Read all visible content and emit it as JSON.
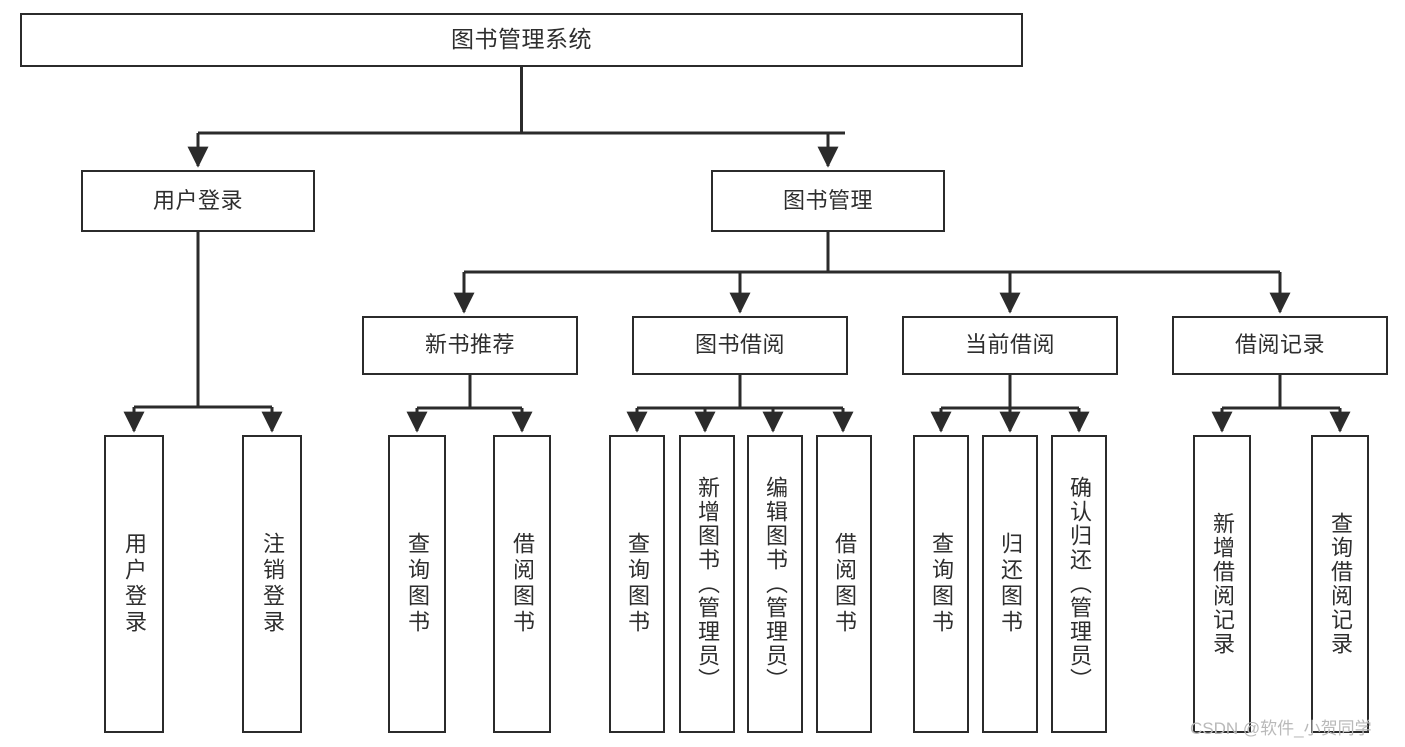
{
  "diagram": {
    "title": "图书管理系统",
    "type": "tree",
    "stroke_color": "#2b2b2b",
    "text_color": "#2e2e2e",
    "background_color": "#ffffff",
    "root": {
      "id": "root",
      "label": "图书管理系统"
    },
    "level2": [
      {
        "id": "user-login",
        "label": "用户登录"
      },
      {
        "id": "book-manage",
        "label": "图书管理"
      }
    ],
    "level3": [
      {
        "id": "new-book-recommend",
        "label": "新书推荐",
        "parent": "book-manage"
      },
      {
        "id": "book-borrow",
        "label": "图书借阅",
        "parent": "book-manage"
      },
      {
        "id": "current-borrow",
        "label": "当前借阅",
        "parent": "book-manage"
      },
      {
        "id": "borrow-record",
        "label": "借阅记录",
        "parent": "book-manage"
      }
    ],
    "leaves": [
      {
        "id": "leaf-user-login",
        "label": "用户登录",
        "parent": "user-login"
      },
      {
        "id": "leaf-user-logout",
        "label": "注销登录",
        "parent": "user-login"
      },
      {
        "id": "leaf-query-book-1",
        "label": "查询图书",
        "parent": "new-book-recommend"
      },
      {
        "id": "leaf-borrow-book-1",
        "label": "借阅图书",
        "parent": "new-book-recommend"
      },
      {
        "id": "leaf-query-book-2",
        "label": "查询图书",
        "parent": "book-borrow"
      },
      {
        "id": "leaf-add-book",
        "label": "新增图书（管理员）",
        "parent": "book-borrow"
      },
      {
        "id": "leaf-edit-book",
        "label": "编辑图书（管理员）",
        "parent": "book-borrow"
      },
      {
        "id": "leaf-borrow-book-2",
        "label": "借阅图书",
        "parent": "book-borrow"
      },
      {
        "id": "leaf-query-book-3",
        "label": "查询图书",
        "parent": "current-borrow"
      },
      {
        "id": "leaf-return-book",
        "label": "归还图书",
        "parent": "current-borrow"
      },
      {
        "id": "leaf-confirm-return",
        "label": "确认归还（管理员）",
        "parent": "current-borrow"
      },
      {
        "id": "leaf-add-record",
        "label": "新增借阅记录",
        "parent": "borrow-record"
      },
      {
        "id": "leaf-query-record",
        "label": "查询借阅记录",
        "parent": "borrow-record"
      }
    ]
  },
  "watermark": {
    "text": "CSDN @软件_小贺同学"
  }
}
